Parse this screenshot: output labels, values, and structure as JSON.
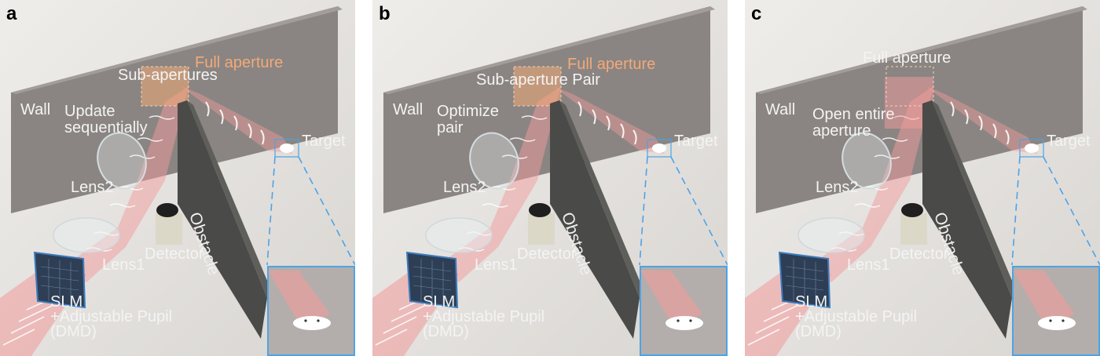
{
  "colors": {
    "beam": "#f19b9b",
    "beam_dark": "#e07f7f",
    "full_aperture": "#f3a978",
    "inset_border": "#4da3e6",
    "wall": "#8a8582",
    "obstacle": "#4a4a48"
  },
  "panels": [
    {
      "letter": "a",
      "wall": "Wall",
      "aperture_title": "Sub-apertures",
      "full_aperture": "Full aperture",
      "action": "Update\nsequentially",
      "target": "Target",
      "lens2": "Lens2",
      "lens1": "Lens1",
      "detector": "Detector",
      "obstacle": "Obstacle",
      "slm": "SLM\n+Adjustable Pupil\n(DMD)"
    },
    {
      "letter": "b",
      "wall": "Wall",
      "aperture_title": "Sub-aperture Pair",
      "full_aperture": "Full aperture",
      "action": "Optimize\npair",
      "target": "Target",
      "lens2": "Lens2",
      "lens1": "Lens1",
      "detector": "Detector",
      "obstacle": "Obstacle",
      "slm": "SLM\n+Adjustable Pupil\n(DMD)"
    },
    {
      "letter": "c",
      "wall": "Wall",
      "aperture_title": "Full aperture",
      "full_aperture": "",
      "action": "Open entire\naperture",
      "target": "Target",
      "lens2": "Lens2",
      "lens1": "Lens1",
      "detector": "Detector",
      "obstacle": "Obstacle",
      "slm": "SLM\n+Adjustable Pupil\n(DMD)"
    }
  ]
}
